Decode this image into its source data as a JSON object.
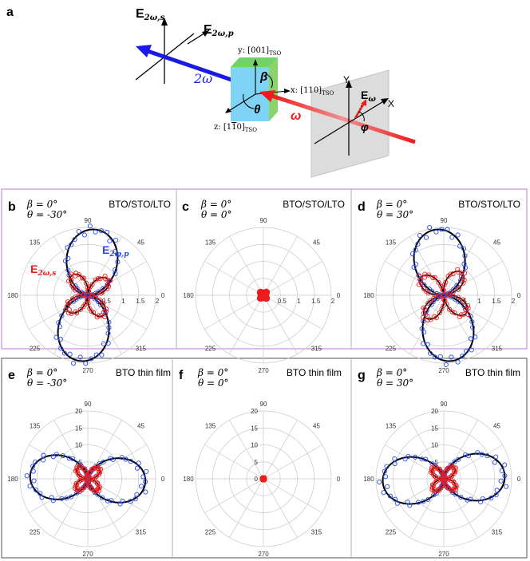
{
  "panel_a": {
    "label": "a",
    "e2w_s_main": "E",
    "e2w_s_sub": "2ω,s",
    "e2w_p_main": "E",
    "e2w_p_sub": "2ω,p",
    "two_omega": "2ω",
    "omega": "ω",
    "beta": "β",
    "theta": "θ",
    "phi": "φ",
    "ew_main": "E",
    "ew_sub": "ω",
    "y_axis_crystal": "y: [001]",
    "x_axis_crystal": "x: [110]",
    "z_axis_crystal": "z: [1",
    "z_axis_crystal_over": "1",
    "z_axis_crystal_tail": "0]",
    "tso": "TSO",
    "lab_Y": "Y",
    "lab_X": "X",
    "colors": {
      "blue_beam": "#1a1ae6",
      "red_beam": "#ee1c1c",
      "crystal": "#7fd3f5",
      "crystal_edge": "#8fd06a",
      "plane": "#d9d9d9"
    }
  },
  "panels": [
    {
      "label": "b",
      "beta": "β = 0°",
      "theta": "θ = -30°",
      "sample": "BTO/STO/LTO",
      "legend_p_main": "E",
      "legend_p_sub": "2ω,p",
      "legend_s_main": "E",
      "legend_s_sub": "2ω,s"
    },
    {
      "label": "c",
      "beta": "β = 0°",
      "theta": "θ = 0°",
      "sample": "BTO/STO/LTO"
    },
    {
      "label": "d",
      "beta": "β = 0°",
      "theta": "θ = 30°",
      "sample": "BTO/STO/LTO"
    },
    {
      "label": "e",
      "beta": "β = 0°",
      "theta": "θ = -30°",
      "sample": "BTO thin film"
    },
    {
      "label": "f",
      "beta": "β = 0°",
      "theta": "θ = 0°",
      "sample": "BTO thin film"
    },
    {
      "label": "g",
      "beta": "β = 0°",
      "theta": "θ = 30°",
      "sample": "BTO thin film"
    }
  ],
  "chart_data": [
    {
      "type": "polar",
      "panel": "b",
      "angle_ticks": [
        "90",
        "45",
        "0",
        "315",
        "270",
        "225",
        "180",
        "135"
      ],
      "radial_ticks": [
        "0",
        "0.5",
        "1",
        "1.5",
        "2"
      ],
      "rmax": 2,
      "series": [
        {
          "name": "E2ω,p",
          "color": "#1a44e6",
          "p_amp": 1.95,
          "p_shape": "dipole_vertical",
          "fit_amp": 1.95
        },
        {
          "name": "E2ω,s",
          "color": "#ee1c1c",
          "s_amp": 0.75,
          "s_shape": "four_lobe"
        }
      ]
    },
    {
      "type": "polar",
      "panel": "c",
      "angle_ticks": [
        "90",
        "45",
        "0",
        "315",
        "270",
        "225",
        "180",
        "135"
      ],
      "radial_ticks": [
        "0",
        "0.5",
        "1",
        "1.5",
        "2"
      ],
      "rmax": 2,
      "series": [
        {
          "name": "E2ω,p",
          "p_amp": 0.1
        },
        {
          "name": "E2ω,s",
          "s_amp": 0.15
        }
      ]
    },
    {
      "type": "polar",
      "panel": "d",
      "angle_ticks": [
        "90",
        "45",
        "0",
        "315",
        "270",
        "225",
        "180",
        "135"
      ],
      "radial_ticks": [
        "0",
        "0.5",
        "1",
        "1.5",
        "2"
      ],
      "rmax": 2,
      "series": [
        {
          "name": "E2ω,p",
          "p_amp": 1.95
        },
        {
          "name": "E2ω,s",
          "s_amp": 0.85
        }
      ]
    },
    {
      "type": "polar",
      "panel": "e",
      "angle_ticks": [
        "90",
        "45",
        "0",
        "315",
        "270",
        "225",
        "180",
        "135"
      ],
      "radial_ticks": [
        "0",
        "5",
        "10",
        "15",
        "20"
      ],
      "rmax": 20,
      "series": [
        {
          "name": "E2ω,p",
          "p_amp": 17,
          "p_shape": "dipole_horizontal"
        },
        {
          "name": "E2ω,s",
          "s_amp": 4.5
        }
      ]
    },
    {
      "type": "polar",
      "panel": "f",
      "angle_ticks": [
        "90",
        "45",
        "0",
        "315",
        "270",
        "225",
        "180",
        "135"
      ],
      "radial_ticks": [
        "0",
        "5",
        "10",
        "15",
        "20"
      ],
      "rmax": 20,
      "series": [
        {
          "name": "E2ω,p",
          "p_amp": 0.2
        },
        {
          "name": "E2ω,s",
          "s_amp": 0.4
        }
      ]
    },
    {
      "type": "polar",
      "panel": "g",
      "angle_ticks": [
        "90",
        "45",
        "0",
        "315",
        "270",
        "225",
        "180",
        "135"
      ],
      "radial_ticks": [
        "0",
        "5",
        "10",
        "15",
        "20"
      ],
      "rmax": 20,
      "series": [
        {
          "name": "E2ω,p",
          "p_amp": 18,
          "p_shape": "dipole_horizontal"
        },
        {
          "name": "E2ω,s",
          "s_amp": 4.5
        }
      ]
    }
  ]
}
